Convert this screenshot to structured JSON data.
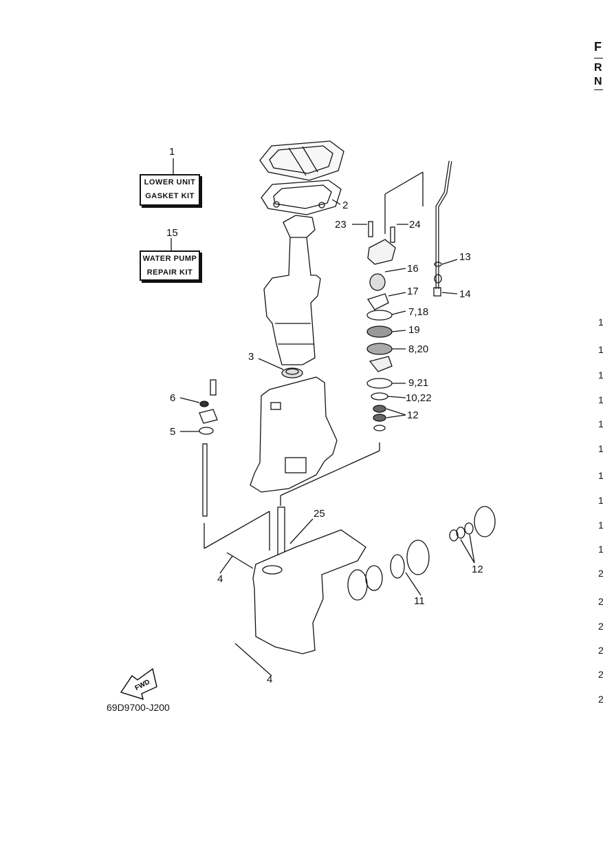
{
  "kits": [
    {
      "ref": "1",
      "line1": "LOWER UNIT",
      "line2": "GASKET KIT"
    },
    {
      "ref": "15",
      "line1": "WATER PUMP",
      "line2": "REPAIR KIT"
    }
  ],
  "callouts": {
    "c2": "2",
    "c3": "3",
    "c4a": "4",
    "c4b": "4",
    "c5": "5",
    "c6": "6",
    "c7_18": "7,18",
    "c8_20": "8,20",
    "c9_21": "9,21",
    "c10_22": "10,22",
    "c11": "11",
    "c12a": "12",
    "c12b": "12",
    "c13": "13",
    "c14": "14",
    "c16": "16",
    "c17": "17",
    "c19": "19",
    "c23": "23",
    "c24": "24",
    "c25": "25"
  },
  "fwd_label": "FWD",
  "drawing_code": "69D9700-J200",
  "edge_text": {
    "top": "F",
    "r": "R",
    "n": "N",
    "rows": [
      "1",
      "1",
      "1",
      "1",
      "1",
      "1",
      "1",
      "1",
      "1",
      "1",
      "2",
      "2",
      "2",
      "2",
      "2",
      "2"
    ]
  }
}
